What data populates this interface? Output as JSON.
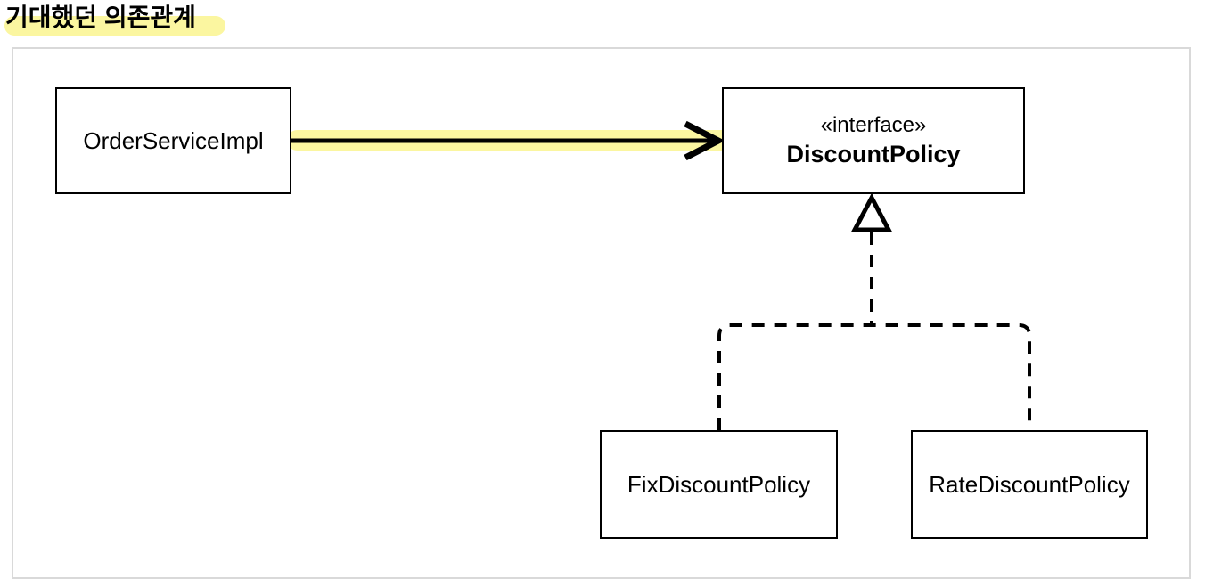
{
  "page": {
    "title": "기대했던 의존관계"
  },
  "colors": {
    "highlight_yellow": "#FBF6A0",
    "frame_border": "#D9D9D9",
    "node_border": "#000000",
    "edge_black": "#000000"
  },
  "diagram": {
    "nodes": [
      {
        "id": "order-service-impl",
        "label": "OrderServiceImpl",
        "type": "class"
      },
      {
        "id": "discount-policy",
        "stereotype": "«interface»",
        "label": "DiscountPolicy",
        "type": "interface"
      },
      {
        "id": "fix-discount-policy",
        "label": "FixDiscountPolicy",
        "type": "class"
      },
      {
        "id": "rate-discount-policy",
        "label": "RateDiscountPolicy",
        "type": "class"
      }
    ],
    "edges": [
      {
        "from": "order-service-impl",
        "to": "discount-policy",
        "type": "dependency",
        "style": "solid-open-arrow",
        "highlighted": true
      },
      {
        "from": "fix-discount-policy",
        "to": "discount-policy",
        "type": "realization",
        "style": "dashed-hollow-triangle",
        "highlighted": false
      },
      {
        "from": "rate-discount-policy",
        "to": "discount-policy",
        "type": "realization",
        "style": "dashed-hollow-triangle",
        "highlighted": false
      }
    ]
  }
}
